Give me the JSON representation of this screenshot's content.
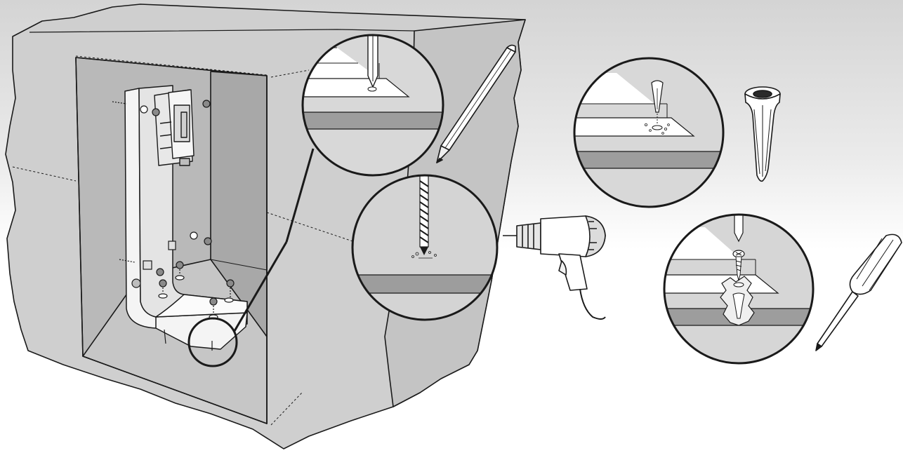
{
  "colors": {
    "ink": "#1a1a1a",
    "wall": "#cfcfcf",
    "recess_back": "#b9b9b9",
    "recess_side": "#a9a9a9",
    "recess_floor": "#c3c3c3",
    "bracket": "#f4f4f4",
    "lens_fill": "#d6d6d6",
    "lens_band": "#9d9d9d",
    "plate": "#ffffff",
    "background_gradient_top": "#d4d4d4",
    "background_gradient_bottom": "#ffffff"
  },
  "steps": [
    {
      "id": "mark",
      "tool": "pencil-icon"
    },
    {
      "id": "drill",
      "tool": "drill-icon"
    },
    {
      "id": "anchor",
      "tool": "wall-anchor-icon"
    },
    {
      "id": "screw",
      "tool": "screwdriver-icon"
    }
  ]
}
